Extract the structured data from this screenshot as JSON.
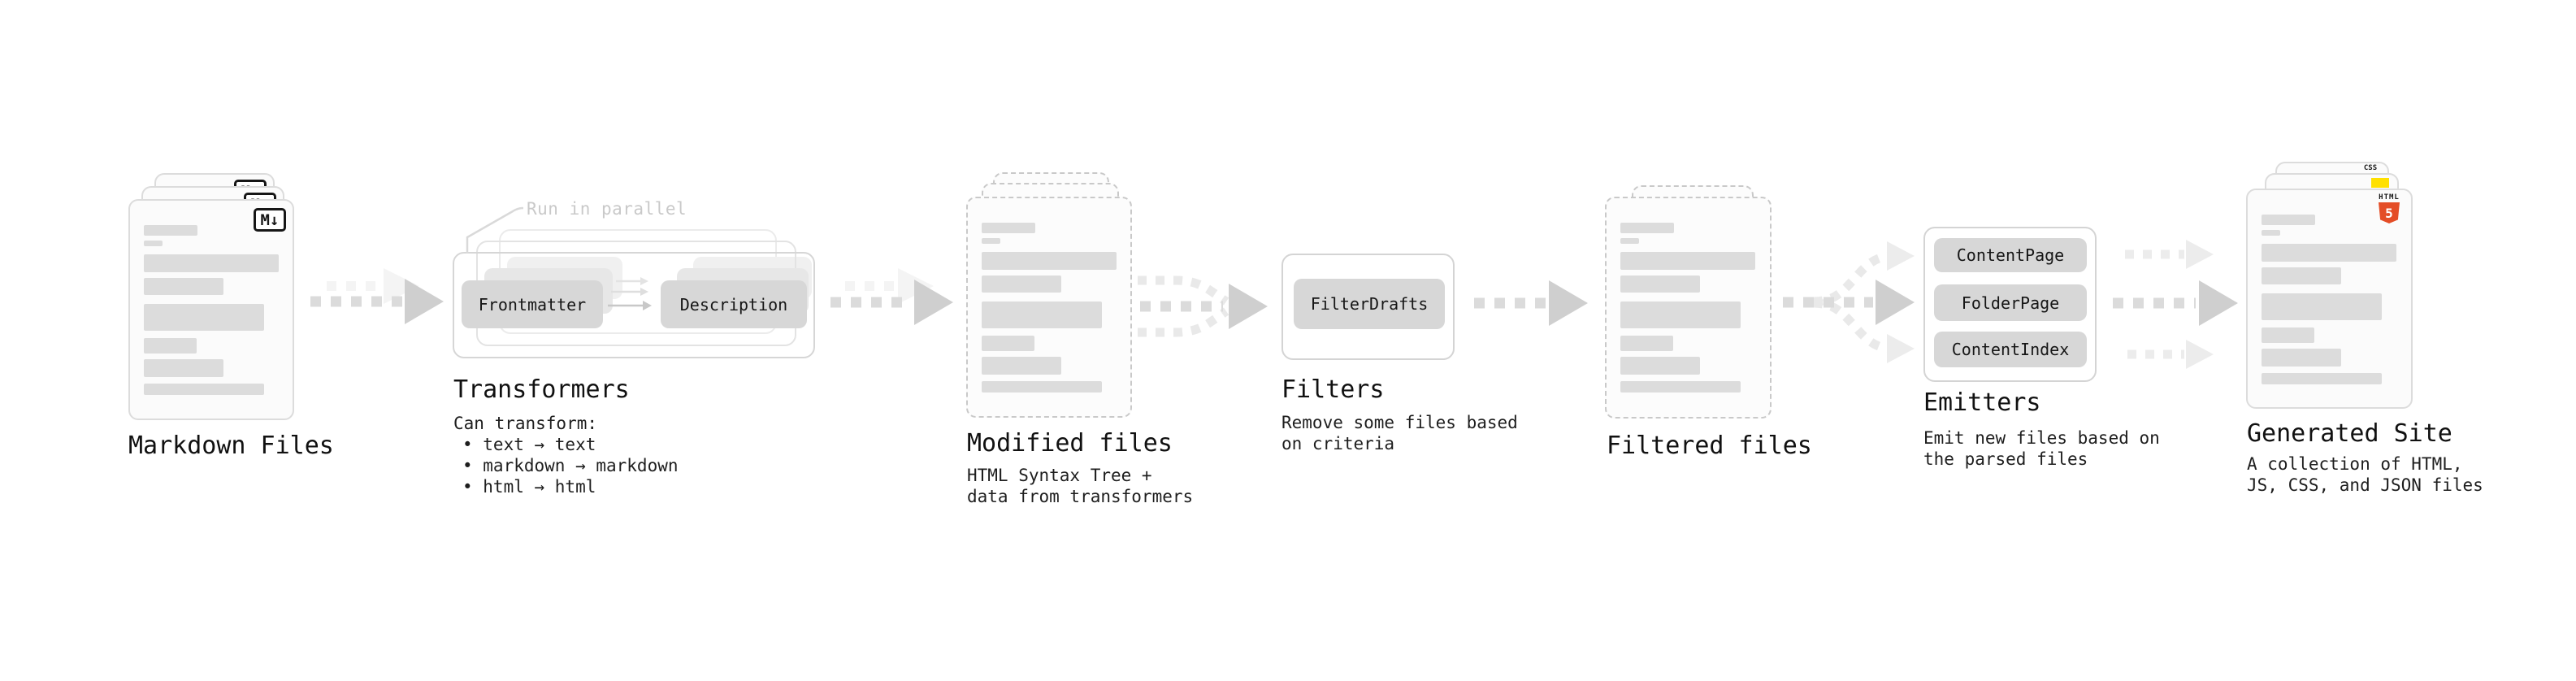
{
  "nodes": {
    "markdown": {
      "title": "Markdown Files"
    },
    "transformers": {
      "title": "Transformers",
      "note": "Run in parallel",
      "pill_left": "Frontmatter",
      "pill_right": "Description",
      "desc_heading": "Can transform:",
      "bullet_1": "• text → text",
      "bullet_2": "• markdown → markdown",
      "bullet_3": "• html → html"
    },
    "modified": {
      "title": "Modified files",
      "desc_1": "HTML Syntax Tree +",
      "desc_2": "data from transformers"
    },
    "filters": {
      "title": "Filters",
      "pill": "FilterDrafts",
      "desc_1": "Remove some files based",
      "desc_2": "on criteria"
    },
    "filtered": {
      "title": "Filtered files"
    },
    "emitters": {
      "title": "Emitters",
      "pill_1": "ContentPage",
      "pill_2": "FolderPage",
      "pill_3": "ContentIndex",
      "desc_1": "Emit new files based on",
      "desc_2": "the parsed files"
    },
    "generated": {
      "title": "Generated Site",
      "desc_1": "A collection of HTML,",
      "desc_2": "JS, CSS, and JSON files"
    }
  },
  "icons": {
    "markdown_badge": "M↓",
    "html5_text": "HTML",
    "html5_number": "5",
    "css_text": "CSS"
  },
  "colors": {
    "html5_orange": "#e44d26",
    "js_yellow": "#ffe000",
    "css_blue": "#2965f1",
    "arrow_gray": "#dbdbdb",
    "arrow_head_gray": "#cfcfcf",
    "light_arrow_gray": "#ececec",
    "note_gray": "#c9c9c9",
    "skeleton_gray": "#dcdcdc"
  }
}
